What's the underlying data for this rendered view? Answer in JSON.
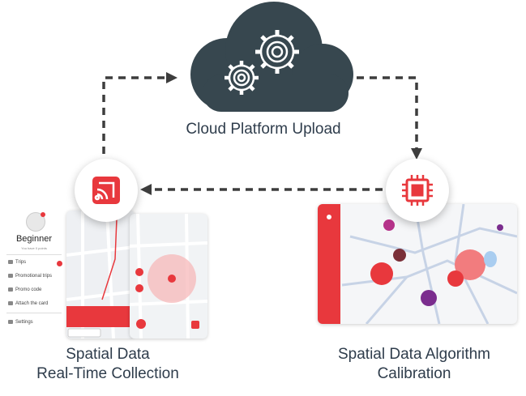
{
  "cloud": {
    "label": "Cloud Platform Upload",
    "icon": "gears-icon"
  },
  "collection": {
    "label_line1": "Spatial Data",
    "label_line2": "Real-Time Collection",
    "icon": "wireless-cast-icon",
    "phone": {
      "profile_name": "Beginner",
      "profile_sub": "You have 0 points",
      "menu": [
        "Trips",
        "Promotional trips",
        "Promo code",
        "Attach the card",
        "Settings"
      ]
    }
  },
  "calibration": {
    "label_line1": "Spatial Data Algorithm",
    "label_line2": "Calibration",
    "icon": "processor-chip-icon"
  },
  "colors": {
    "cloud": "#37474f",
    "accent_red": "#e8383d",
    "arrow": "#3d3d3d",
    "text": "#2f3d4c"
  }
}
